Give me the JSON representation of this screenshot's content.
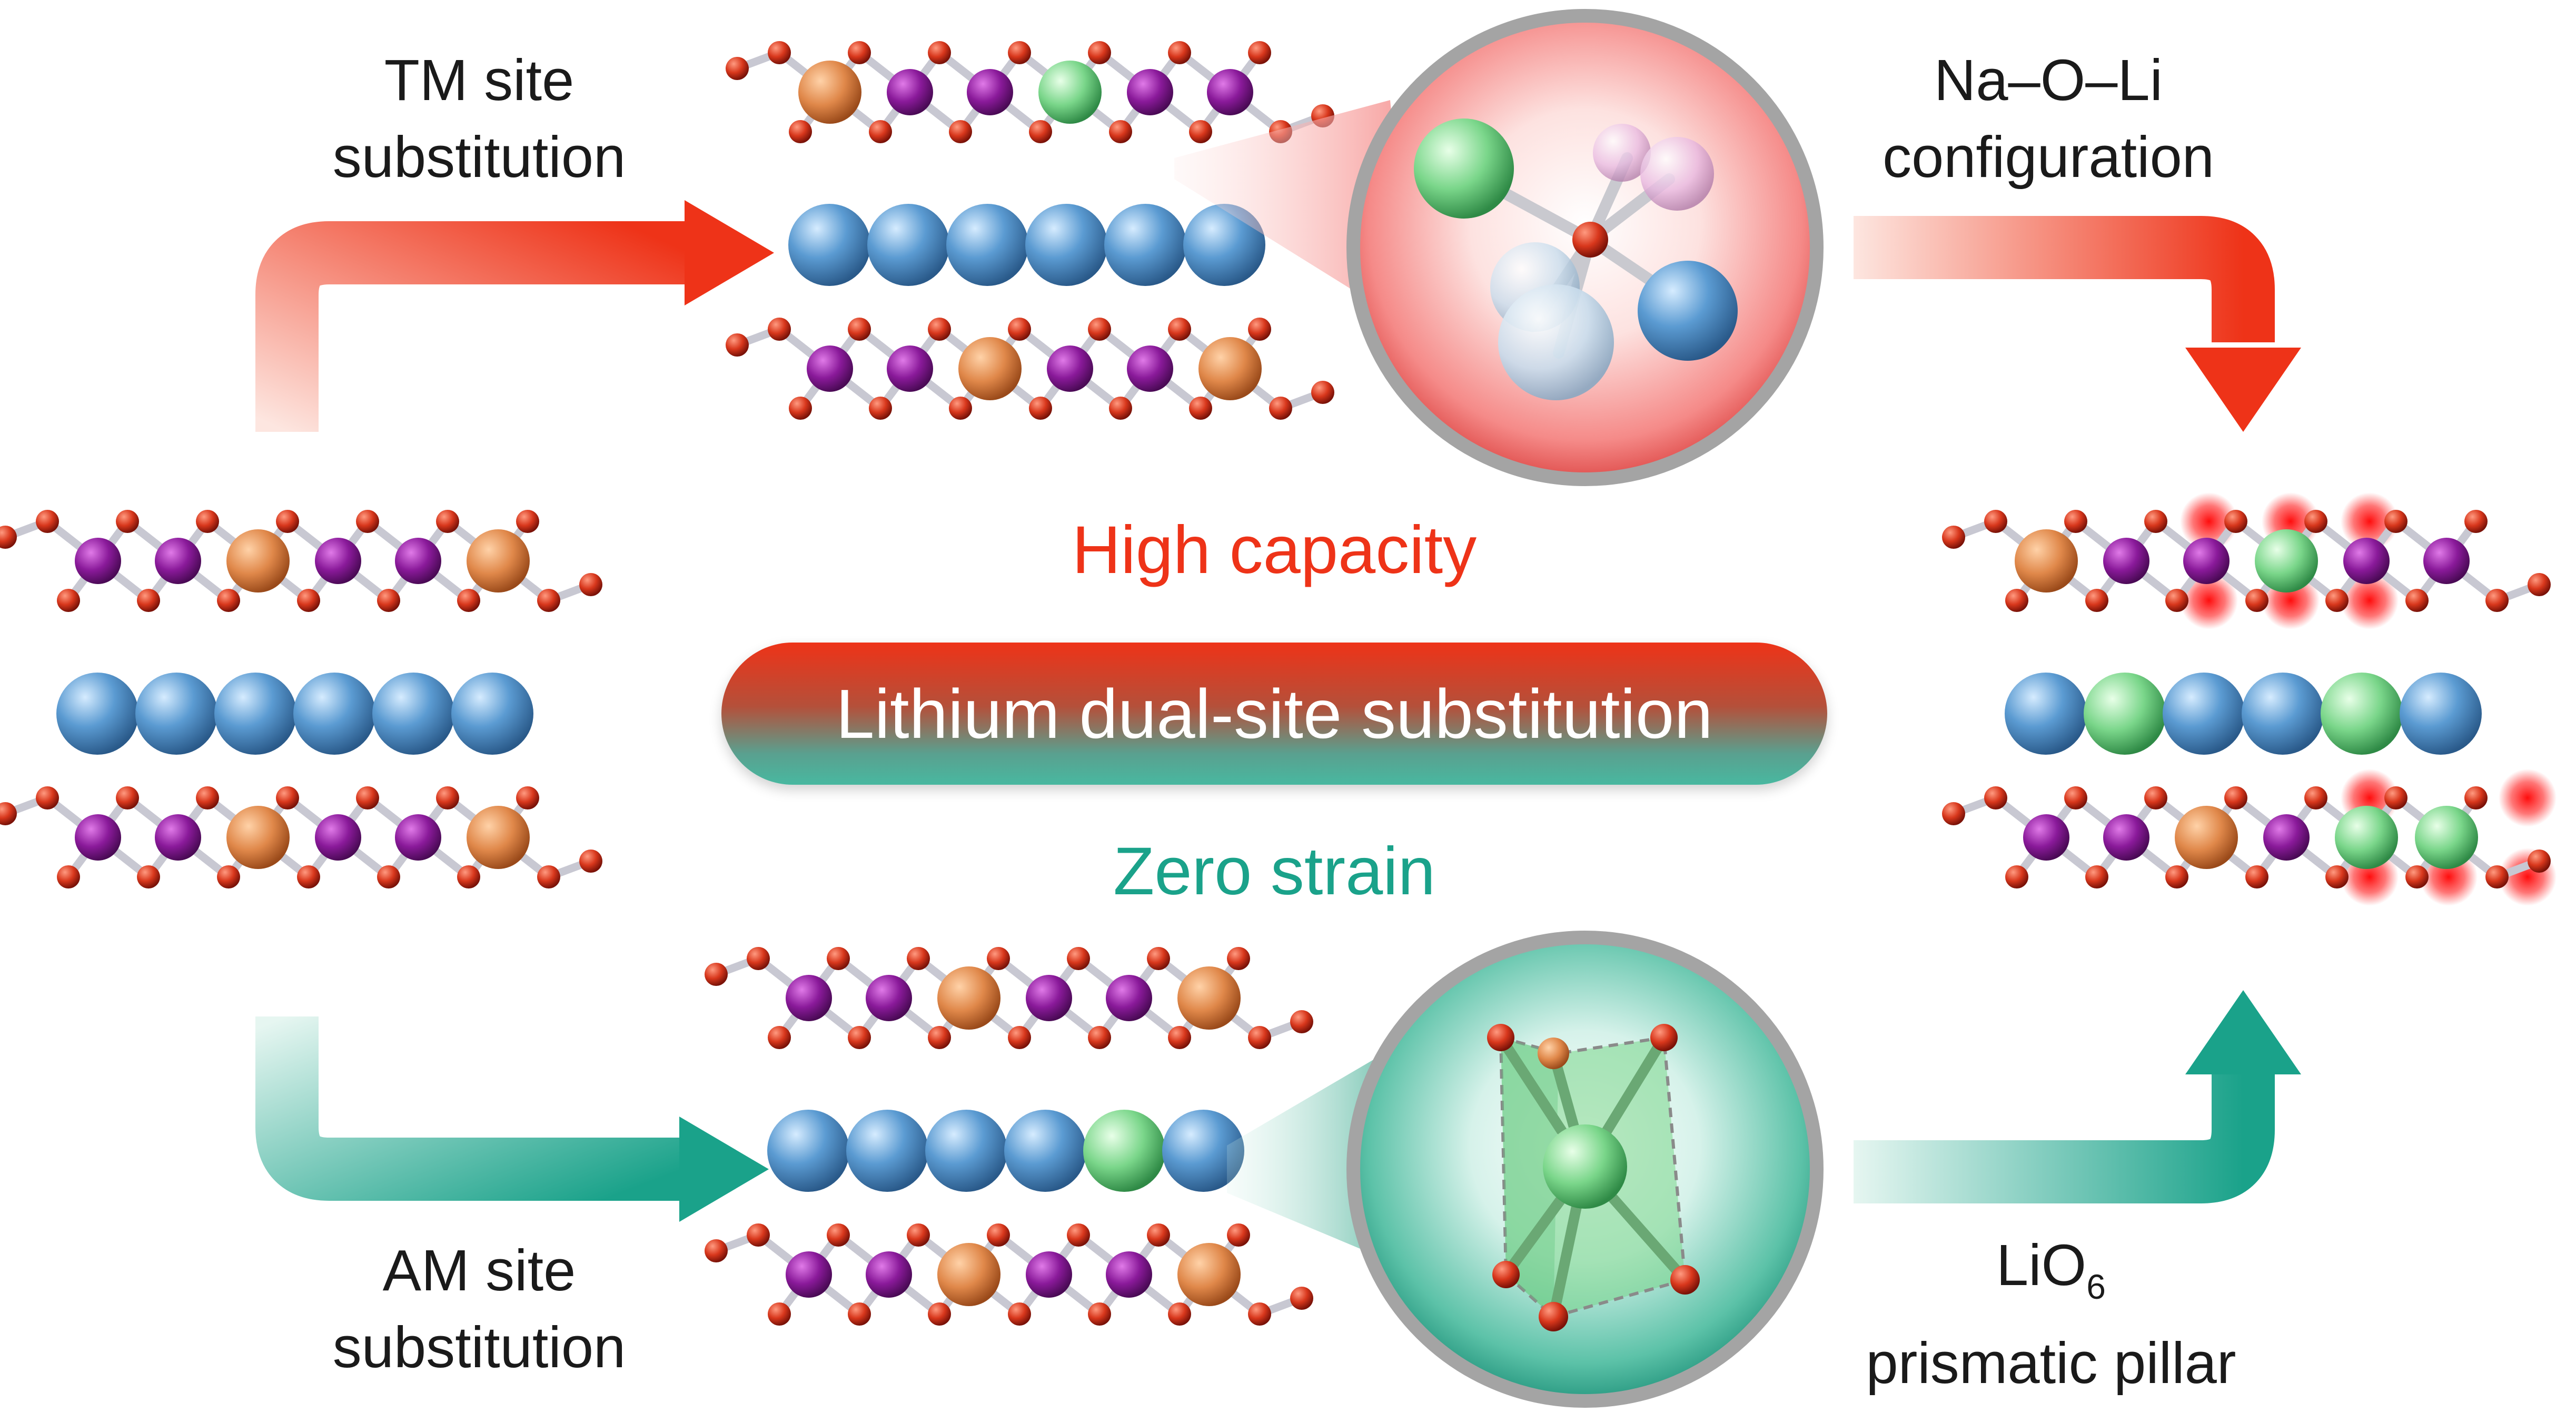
{
  "labels": {
    "tm_line1": "TM site",
    "tm_line2": "substitution",
    "naoli_line1": "Na–O–Li",
    "naoli_line2": "configuration",
    "am_line1": "AM site",
    "am_line2": "substitution",
    "lio6_prefix": "LiO",
    "lio6_subscript": "6",
    "lio6_line2": "prismatic pillar"
  },
  "themes": {
    "high_capacity": "High capacity",
    "zero_strain": "Zero strain",
    "banner": "Lithium dual-site substitution"
  },
  "colors": {
    "red_accent": "#ee3318",
    "teal_accent": "#1aa28a",
    "tm_purple": "#8a1a9a",
    "tm_orange": "#e0884a",
    "li_green": "#7ad68a",
    "na_blue": "#5b9bd2",
    "oxygen_red": "#d8371c",
    "bond_gray": "#c8c8d2"
  },
  "structures": {
    "pristine": {
      "top_tm": [
        "P",
        "P",
        "O",
        "P",
        "P",
        "O"
      ],
      "am": [
        "B",
        "B",
        "B",
        "B",
        "B",
        "B"
      ],
      "bottom_tm": [
        "P",
        "P",
        "O",
        "P",
        "P",
        "O"
      ]
    },
    "tm_sub": {
      "top_tm": [
        "O",
        "P",
        "P",
        "G",
        "P",
        "P"
      ],
      "am": [
        "B",
        "B",
        "B",
        "B",
        "B",
        "B"
      ],
      "bottom_tm": [
        "P",
        "P",
        "O",
        "P",
        "P",
        "O"
      ]
    },
    "am_sub": {
      "top_tm": [
        "P",
        "P",
        "O",
        "P",
        "P",
        "O"
      ],
      "am": [
        "B",
        "B",
        "B",
        "B",
        "G",
        "B"
      ],
      "bottom_tm": [
        "P",
        "P",
        "O",
        "P",
        "P",
        "O"
      ]
    },
    "final": {
      "top_tm": [
        "O",
        "P",
        "P",
        "G",
        "P",
        "P"
      ],
      "am": [
        "B",
        "G",
        "B",
        "B",
        "G",
        "B"
      ],
      "bottom_tm": [
        "P",
        "P",
        "O",
        "P",
        "G",
        "G"
      ]
    }
  }
}
